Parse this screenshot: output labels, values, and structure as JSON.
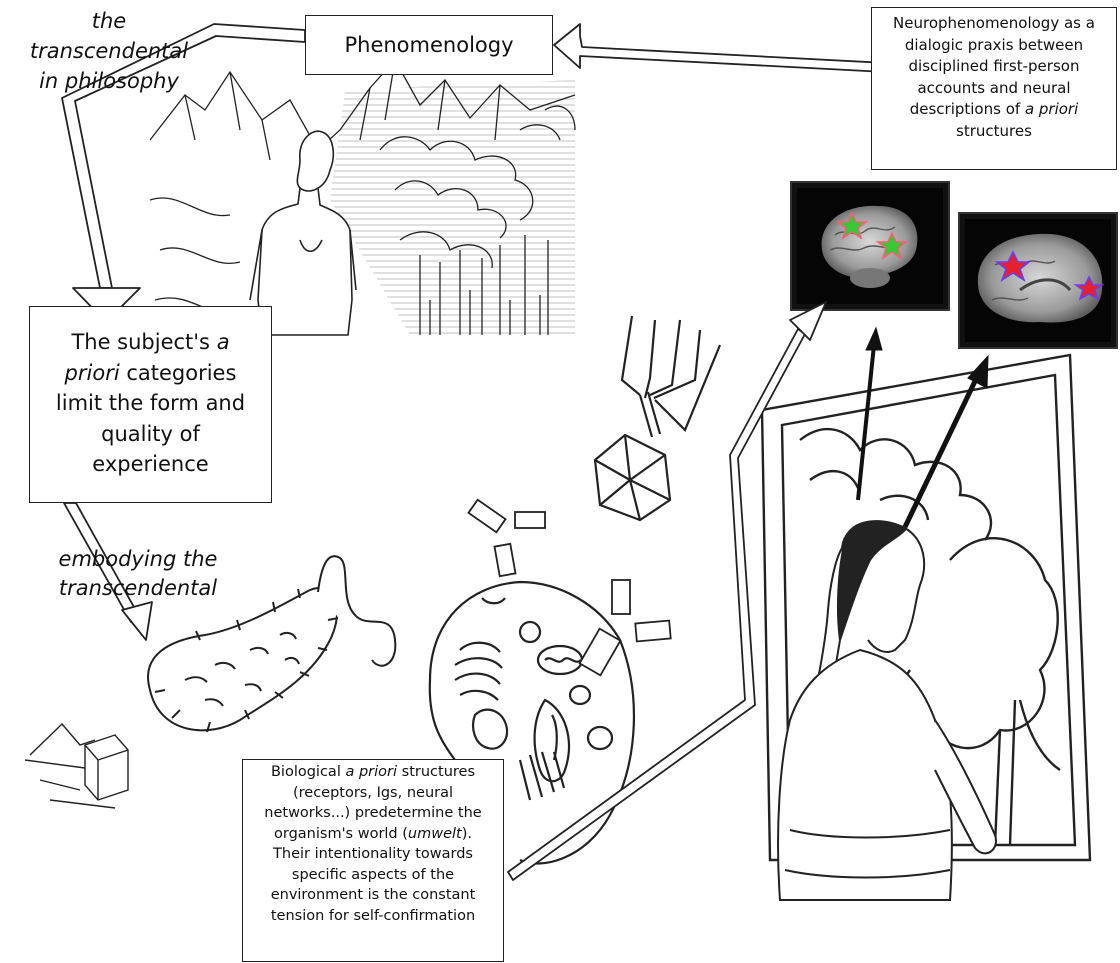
{
  "labels": {
    "transcendental_philosophy": [
      "the",
      "transcendental",
      "in philosophy"
    ],
    "embodying_transcendental": [
      "embodying the",
      "transcendental"
    ]
  },
  "boxes": {
    "phenomenology": "Phenomenology",
    "neurophenomenology": {
      "line1": "Neurophenomenology as a",
      "line2": "dialogic praxis between",
      "line3": "disciplined first-person",
      "line4": "accounts and neural",
      "line5_before": "descriptions of ",
      "line5_italic": "a priori",
      "line6": "structures"
    },
    "a_priori_categories": {
      "line1_before": "The subject's ",
      "line1_italic": "a",
      "line2_italic": "priori",
      "line2_after": " categories",
      "line3": "limit the form and",
      "line4": "quality of",
      "line5": "experience"
    },
    "biological": {
      "line1_before": "Biological ",
      "line1_italic": "a priori",
      "line1_after": " structures",
      "line2": "(receptors, Igs, neural",
      "line3": "networks...) predetermine the",
      "line4": "organism's world (",
      "line4_italic": "umwelt",
      "line4_after": ").",
      "line5": "Their intentionality towards",
      "line6": "specific aspects of the",
      "line7": "environment is the constant",
      "line8": "tension for self-confirmation"
    }
  },
  "colors": {
    "stroke": "#222222",
    "marker_green": "#35c935",
    "marker_red": "#e8202e",
    "marker_outline_pink": "#ff5a78",
    "marker_outline_purple": "#6b3ff0",
    "brain_background": "#050505"
  },
  "icons": [
    "standing-man-drawing",
    "mountain-forest-drawing",
    "bacterium-drawing",
    "cell-drawing",
    "bacteriophage-drawing",
    "receptor-block-drawing",
    "small-cube-drawing",
    "woman-at-window-drawing",
    "brain-scan-image",
    "star-marker-icon"
  ]
}
